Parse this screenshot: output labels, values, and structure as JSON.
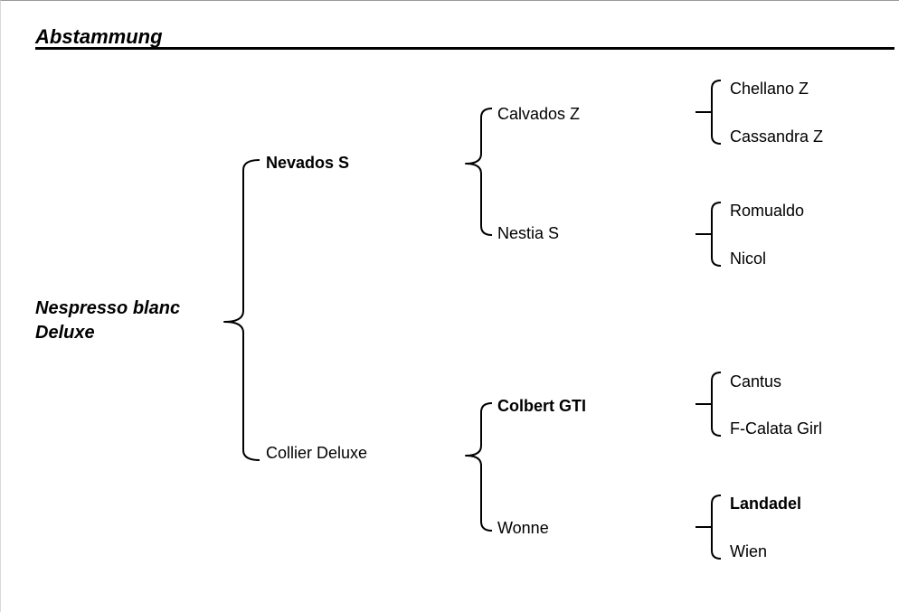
{
  "header": {
    "title": "Abstammung"
  },
  "colors": {
    "background": "#ffffff",
    "text": "#000000",
    "line": "#000000"
  },
  "pedigree": {
    "root": {
      "name": "Nespresso blanc Deluxe",
      "bold": true,
      "italic": true
    },
    "gen1": [
      {
        "name": "Nevados S",
        "bold": true
      },
      {
        "name": "Collier Deluxe",
        "bold": false
      }
    ],
    "gen2": [
      {
        "name": "Calvados Z",
        "bold": false,
        "parent": "Nevados S"
      },
      {
        "name": "Nestia S",
        "bold": false,
        "parent": "Nevados S"
      },
      {
        "name": "Colbert GTI",
        "bold": true,
        "parent": "Collier Deluxe"
      },
      {
        "name": "Wonne",
        "bold": false,
        "parent": "Collier Deluxe"
      }
    ],
    "gen3": [
      {
        "name": "Chellano Z",
        "bold": false,
        "parent": "Calvados Z"
      },
      {
        "name": "Cassandra Z",
        "bold": false,
        "parent": "Calvados Z"
      },
      {
        "name": "Romualdo",
        "bold": false,
        "parent": "Nestia S"
      },
      {
        "name": "Nicol",
        "bold": false,
        "parent": "Nestia S"
      },
      {
        "name": "Cantus",
        "bold": false,
        "parent": "Colbert GTI"
      },
      {
        "name": "F-Calata Girl",
        "bold": false,
        "parent": "Colbert GTI"
      },
      {
        "name": "Landadel",
        "bold": true,
        "parent": "Wonne"
      },
      {
        "name": "Wien",
        "bold": false,
        "parent": "Wonne"
      }
    ]
  }
}
